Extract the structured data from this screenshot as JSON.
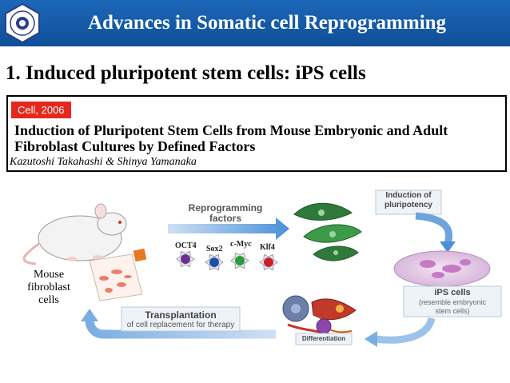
{
  "header": {
    "title": "Advances in Somatic cell Reprogramming"
  },
  "section": {
    "heading": "1. Induced pluripotent stem cells: iPS cells"
  },
  "paper": {
    "journal": "Cell, 2006",
    "title": "Induction of Pluripotent Stem Cells from Mouse Embryonic and Adult Fibroblast Cultures by Defined Factors",
    "authors": "Kazutoshi Takahashi & Shinya Yamanaka"
  },
  "diagram": {
    "reprogramming_label": "Reprogramming factors",
    "factors": [
      {
        "name": "OCT4",
        "color": "#6a2f8e"
      },
      {
        "name": "Sox2",
        "color": "#1d4fa8"
      },
      {
        "name": "c-Myc",
        "color": "#2f9a3a"
      },
      {
        "name": "Klf4",
        "color": "#c8202b"
      }
    ],
    "induction_label": "Induction of pluripotency",
    "ips_label": "iPS cells",
    "ips_sublabel": "(resemble embryonic stem cells)",
    "differentiation_label": "Differentiation",
    "transplantation_label": "Transplantation",
    "transplantation_sublabel": "of cell replacement for therapy",
    "mouse_label": "Mouse fibroblast cells"
  },
  "colors": {
    "title_bar": "#1565b5",
    "journal_tag": "#e5281b",
    "arrow_blue": "#4a90d9"
  }
}
